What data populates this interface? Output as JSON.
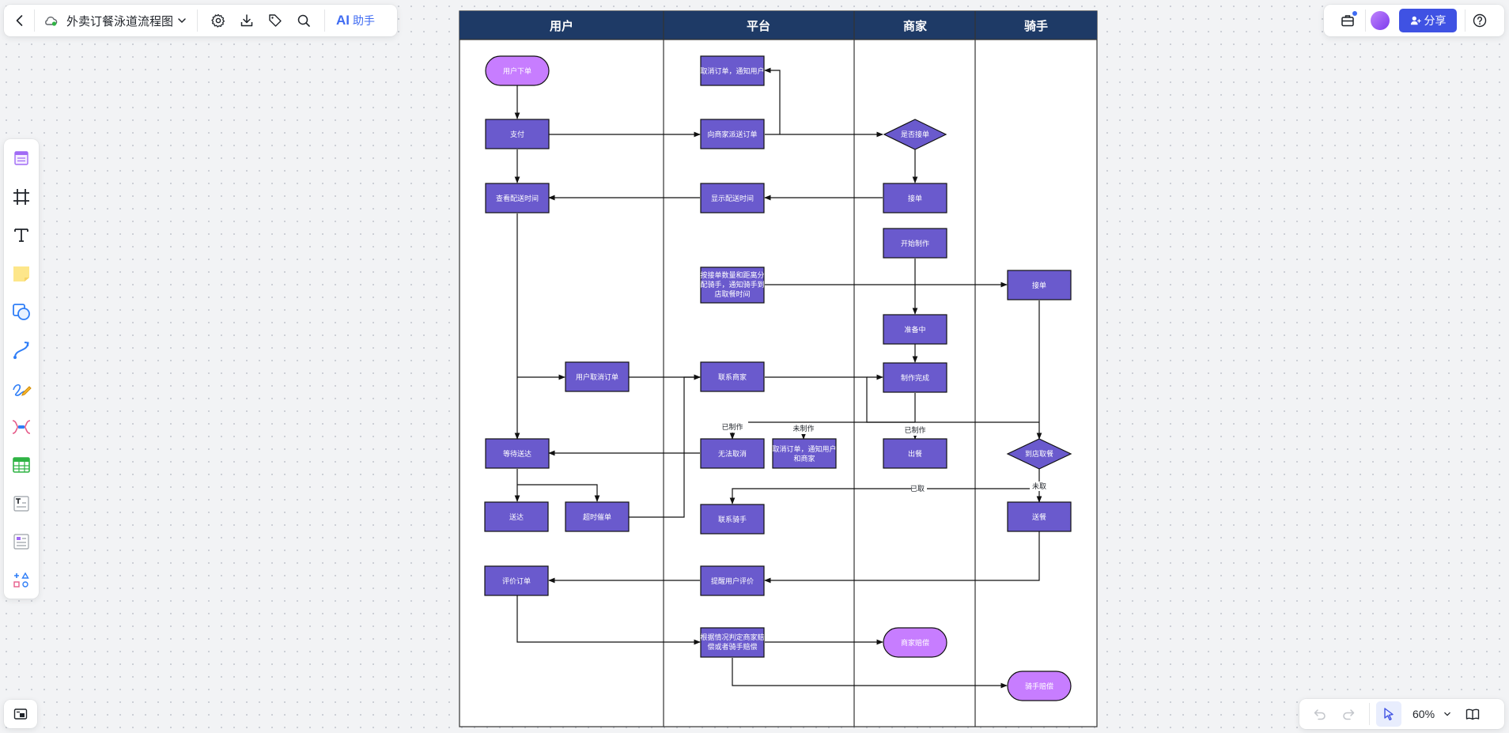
{
  "toolbar": {
    "doc_title": "外卖订餐泳道流程图",
    "ai_label": "AI",
    "ai_text": "助手"
  },
  "top_right": {
    "share_label": "分享"
  },
  "bottom_right": {
    "zoom_level": "60%"
  },
  "colors": {
    "lane_header": "#1e3a66",
    "process_fill": "#6a5acd",
    "terminal_fill": "#c77dff",
    "accent": "#3f52e3"
  },
  "left_tools": [
    "template-icon",
    "frame-icon",
    "text-icon",
    "sticky-note-icon",
    "shape-icon",
    "connector-icon",
    "pen-icon",
    "mindmap-icon",
    "table-icon",
    "text-card-icon",
    "list-card-icon",
    "more-shapes-icon"
  ],
  "lanes": [
    "用户",
    "平台",
    "商家",
    "骑手"
  ],
  "nodes": {
    "n1": "用户下单",
    "n2": "支付",
    "n3": "查看配送时间",
    "n4": "用户取消订单",
    "n5": "等待送达",
    "n6": "送达",
    "n7": "超时催单",
    "n8": "评价订单",
    "p1": "取消订单，通知用户",
    "p2": "向商家派送订单",
    "p3": "显示配送时间",
    "p4a": "按接单数量和距离分",
    "p4b": "配骑手，通知骑手到",
    "p4c": "店取餐时间",
    "p5": "联系商家",
    "p6": "无法取消",
    "p7a": "取消订单，通知用户",
    "p7b": "和商家",
    "p8": "联系骑手",
    "p9": "提醒用户评价",
    "p10a": "根据情况判定商家赔",
    "p10b": "偿或者骑手赔偿",
    "m1": "是否接单",
    "m2": "接单",
    "m3": "开始制作",
    "m4": "准备中",
    "m5": "制作完成",
    "m6": "出餐",
    "m7": "商家赔偿",
    "r1": "接单",
    "r2": "到店取餐",
    "r3": "送餐",
    "r4": "骑手赔偿"
  },
  "edge_labels": {
    "made1": "已制作",
    "notmade": "未制作",
    "made2": "已制作",
    "taken": "已取",
    "nottaken": "未取"
  }
}
